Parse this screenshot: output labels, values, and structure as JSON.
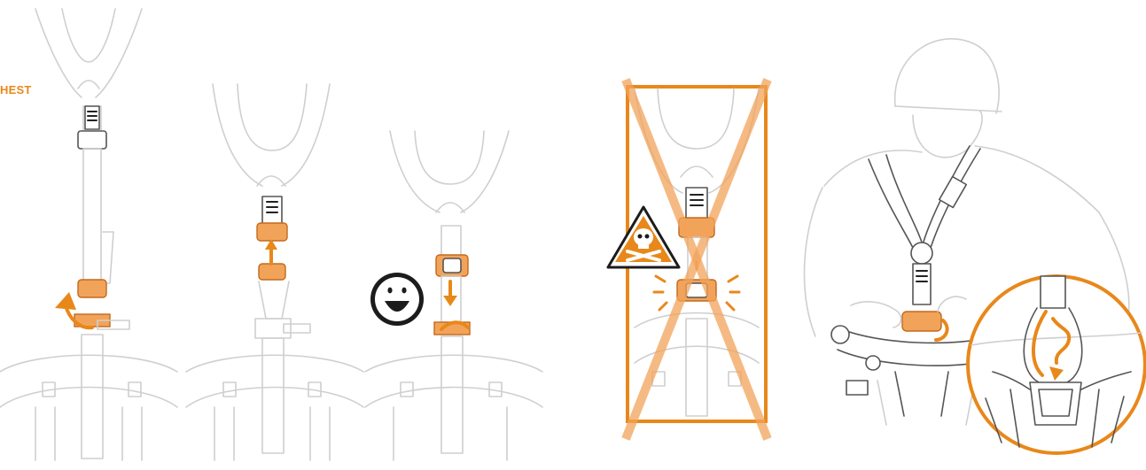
{
  "label": {
    "text": "HEST",
    "color": "#e8881a"
  },
  "colors": {
    "accent": "#e8881a",
    "accent_light": "#f2a35a",
    "line": "#cfcfcf",
    "dark": "#222222"
  },
  "panels": [
    {
      "id": "step-1",
      "icon": "up-arrow-icon"
    },
    {
      "id": "step-2",
      "icon": "up-arrow-icon"
    },
    {
      "id": "step-3",
      "icon": "smiley-face-icon"
    },
    {
      "id": "step-incorrect",
      "icon": "danger-skull-icon",
      "crossed_out": true
    },
    {
      "id": "step-fitted",
      "icon": "magnified-detail-circle"
    }
  ]
}
